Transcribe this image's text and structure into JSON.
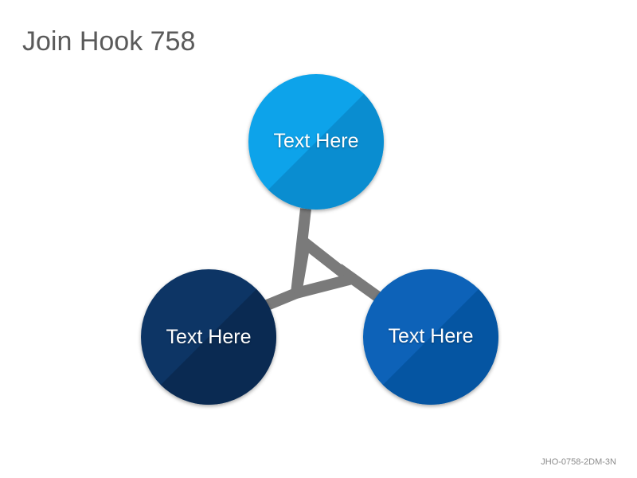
{
  "title": "Join Hook 758",
  "footer_code": "JHO-0758-2DM-3N",
  "nodes": [
    {
      "label": "Text Here",
      "color": "#0ba3ea",
      "shade": "#0a8dd0"
    },
    {
      "label": "Text Here",
      "color": "#0d3565",
      "shade": "#0a2a52"
    },
    {
      "label": "Text Here",
      "color": "#0762b8",
      "shade": "#0555a2"
    }
  ],
  "connector_color": "#7a7a7a"
}
